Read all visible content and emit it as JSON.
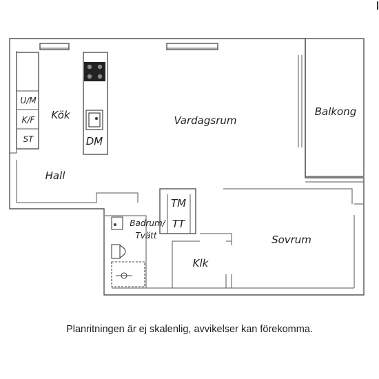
{
  "labels": {
    "kok": "Kök",
    "vardagsrum": "Vardagsrum",
    "balkong": "Balkong",
    "hall": "Hall",
    "dm": "DM",
    "um": "U/M",
    "kf": "K/F",
    "st": "ST",
    "tm": "TM",
    "tt": "TT",
    "badrum": "Badrum/",
    "tvatt": "Tvätt",
    "sovrum": "Sovrum",
    "klk": "Klk"
  },
  "footer_note": "Planritningen är ej skalenlig, avvikelser kan förekomma."
}
